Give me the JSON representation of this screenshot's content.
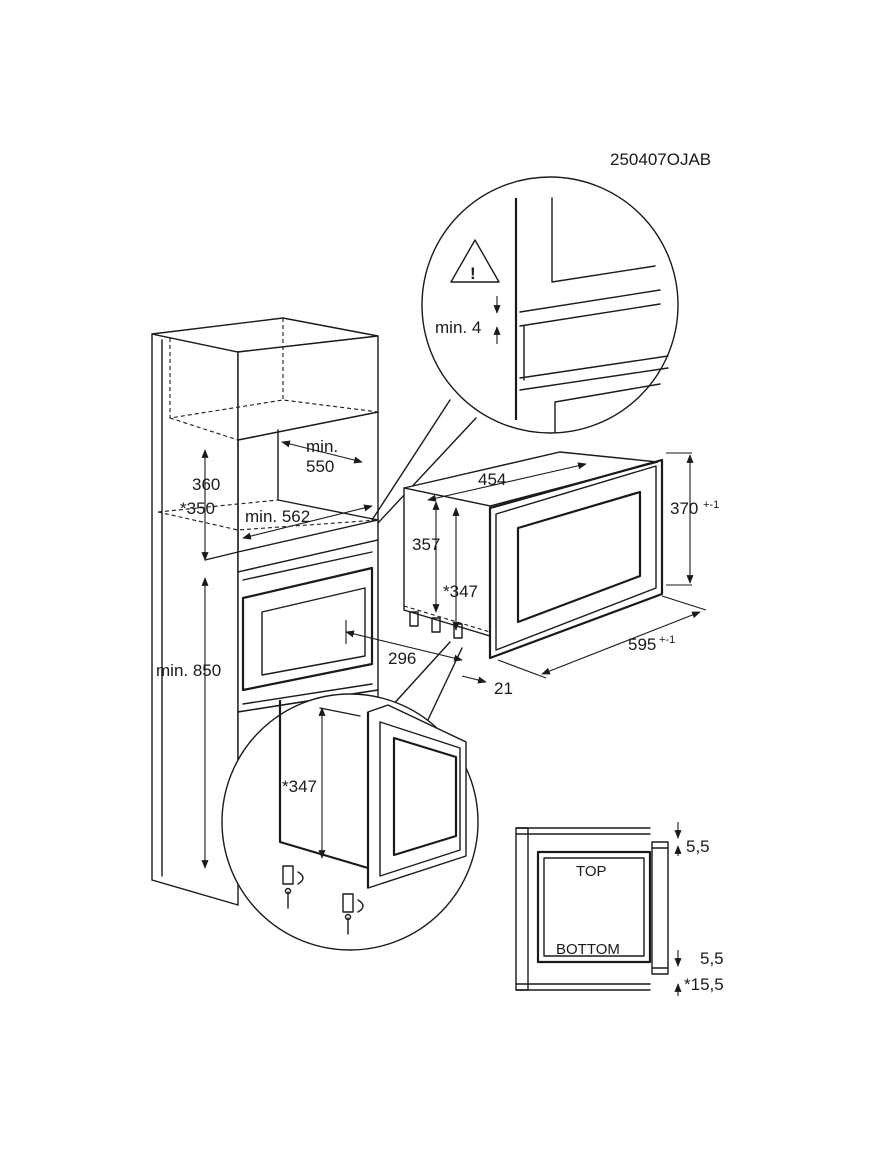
{
  "code": "250407OJAB",
  "warning_icon": "warning-triangle-icon",
  "dimensions": {
    "gap_min": "min. 4",
    "depth_min": "min.",
    "depth_min_value": "550",
    "height_niche": "360",
    "height_niche_alt": "*350",
    "width_min": "min. 562",
    "floor_height": "min. 850",
    "appliance_depth": "454",
    "appliance_height_front": "370",
    "appliance_height_front_tol": "+-1",
    "appliance_height_body": "357",
    "appliance_height_body_alt": "*347",
    "appliance_width": "595",
    "appliance_width_tol": "+-1",
    "body_depth": "296",
    "frame_offset": "21",
    "detail_height": "*347"
  },
  "section": {
    "top_label": "TOP",
    "bottom_label": "BOTTOM",
    "top_gap": "5,5",
    "bottom_gap": "5,5",
    "bottom_offset": "*15,5"
  }
}
